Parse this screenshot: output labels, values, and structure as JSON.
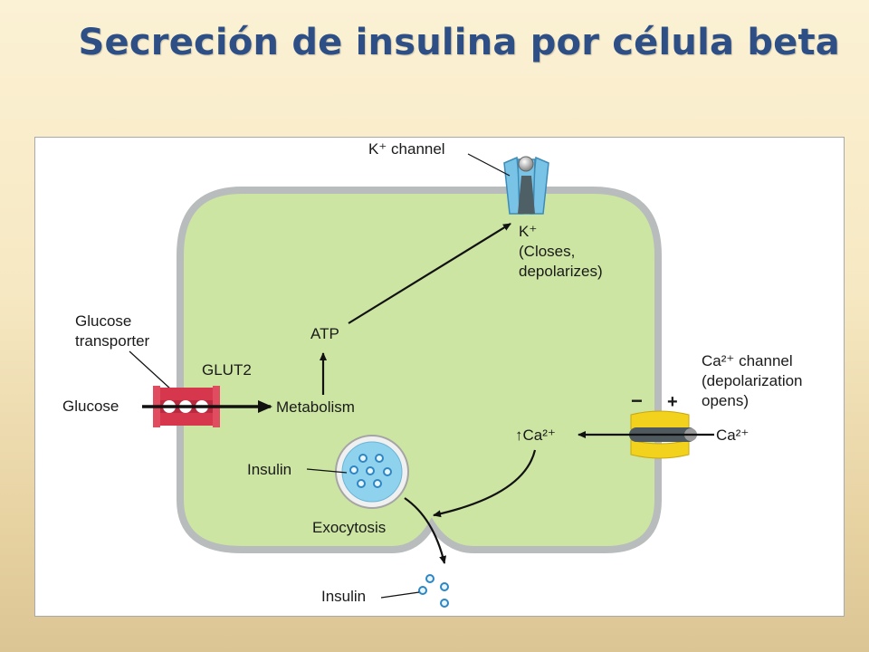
{
  "title": "Secreción de insulina por célula beta",
  "labels": {
    "k_channel": "K⁺ channel",
    "k_ion": "K⁺",
    "closes": "(Closes,",
    "depolarizes": "depolarizes)",
    "atp": "ATP",
    "glucose_transporter_1": "Glucose",
    "glucose_transporter_2": "transporter",
    "glut2": "GLUT2",
    "glucose": "Glucose",
    "metabolism": "Metabolism",
    "ca_channel_1": "Ca²⁺ channel",
    "ca_channel_2": "(depolarization",
    "ca_channel_3": "opens)",
    "minus": "−",
    "plus": "+",
    "ca_outside": "Ca²⁺",
    "ca_inside": "↑Ca²⁺",
    "insulin_vesicle": "Insulin",
    "exocytosis": "Exocytosis",
    "insulin_released": "Insulin"
  },
  "colors": {
    "title": "#2d4f86",
    "cytoplasm": "#cce5a3",
    "membrane": "#b9bcbd",
    "glut2": "#d7374d",
    "k_channel": "#78c3e6",
    "ca_channel": "#f2d21d",
    "vesicle": "#8fd2ee",
    "granule": "#2d86c3"
  }
}
